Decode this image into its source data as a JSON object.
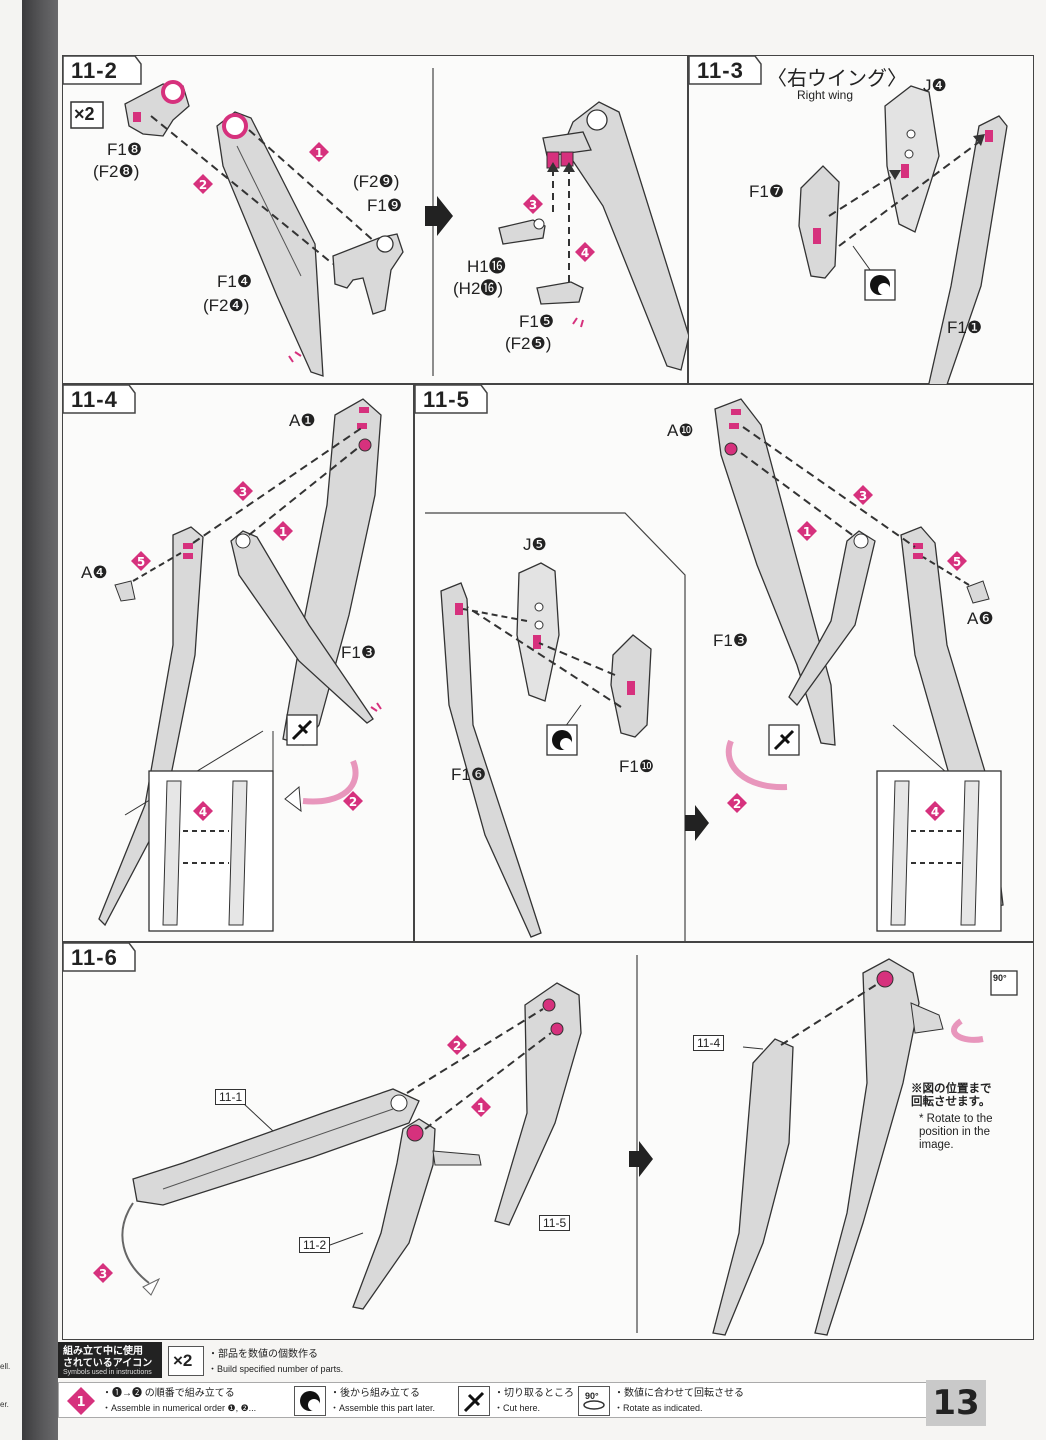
{
  "prev_page_fragments": [
    "ell.",
    "er."
  ],
  "steps": {
    "s11_2": {
      "num": "11-2",
      "x2": "×2",
      "labels": {
        "f18": "F1❽",
        "f28": "(F2❽)",
        "f29": "(F2❾)",
        "f19": "F1❾",
        "f14": "F1❹",
        "f24": "(F2❹)",
        "h116": "H1⓰",
        "h216": "(H2⓰)",
        "f15": "F1❺",
        "f25": "(F2❺)"
      }
    },
    "s11_3": {
      "num": "11-3",
      "title": "〈右ウイング〉",
      "subtitle": "Right wing",
      "labels": {
        "j4": "J❹",
        "f17": "F1❼",
        "f11": "F1❶"
      }
    },
    "s11_4": {
      "num": "11-4",
      "labels": {
        "a1": "A❶",
        "a4": "A❹",
        "f13": "F1❸"
      }
    },
    "s11_5": {
      "num": "11-5",
      "labels": {
        "j5": "J❺",
        "f16": "F1❻",
        "f110": "F1❿",
        "a10": "A❿",
        "a6": "A❻",
        "f13": "F1❸"
      }
    },
    "s11_6": {
      "num": "11-6",
      "refs": {
        "r111": "11-1",
        "r112": "11-2",
        "r115": "11-5",
        "r114": "11-4"
      },
      "rotate_icon": "90°",
      "note_jp": "※図の位置まで\n回転させます。",
      "note_en": "* Rotate to the\nposition in the\nimage."
    }
  },
  "legend": {
    "title_jp": "組み立て中に使用\nされているアイコン",
    "title_en": "Symbols used in instructions",
    "x2_icon": "×2",
    "x2_jp": "・部品を数値の個数作る",
    "x2_en": "・Build specified number of parts.",
    "order_jp": "・❶→❷ の順番で組み立てる",
    "order_en": "・Assemble in numerical order ❶, ❷...",
    "later_jp": "・後から組み立てる",
    "later_en": "・Assemble this part later.",
    "cut_jp": "・切り取るところ",
    "cut_en": "・Cut here.",
    "rotate_icon": "90°",
    "rotate_jp": "・数値に合わせて回転させる",
    "rotate_en": "・Rotate as indicated."
  },
  "page_number": "13",
  "colors": {
    "accent": "#d6317d",
    "part": "#d9d9d9",
    "line": "#333333"
  }
}
